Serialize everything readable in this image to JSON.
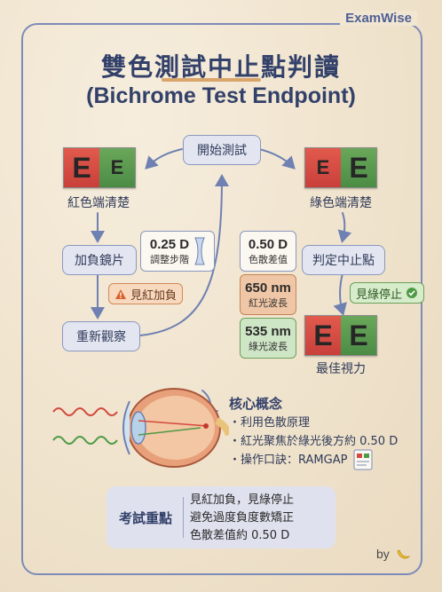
{
  "brand": "ExamWise",
  "title_cn": "雙色測試中止點判讀",
  "title_en": "(Bichrome Test Endpoint)",
  "flow": {
    "start": "開始測試",
    "red_clear": "紅色端清楚",
    "green_clear": "綠色端清楚",
    "add_minus": "加負鏡片",
    "endpoint": "判定中止點",
    "recheck": "重新觀察",
    "best_vision": "最佳視力",
    "warning": "見紅加負",
    "stop": "見綠停止",
    "chart_letter": "E"
  },
  "cards": {
    "step": {
      "value": "0.25 D",
      "label": "調整步階"
    },
    "dispersion": {
      "value": "0.50 D",
      "label": "色散差值"
    },
    "red_wave": {
      "value": "650 nm",
      "label": "紅光波長"
    },
    "green_wave": {
      "value": "535 nm",
      "label": "綠光波長"
    }
  },
  "concepts": {
    "title": "核心概念",
    "items": [
      "・利用色散原理",
      "・紅光聚焦於綠光後方約 0.50 D",
      "・操作口訣：RAMGAP"
    ]
  },
  "exam": {
    "title": "考試重點",
    "items": [
      "見紅加負，見綠停止",
      "避免過度負度數矯正",
      "色散差值約 0.50 D"
    ]
  },
  "footer": {
    "by": "by"
  },
  "colors": {
    "background": "#f1e6d2",
    "frame": "#7c8bb8",
    "red_panel": "#d9483f",
    "green_panel": "#5a9a4f",
    "accent_orange": "#d9a56b"
  }
}
